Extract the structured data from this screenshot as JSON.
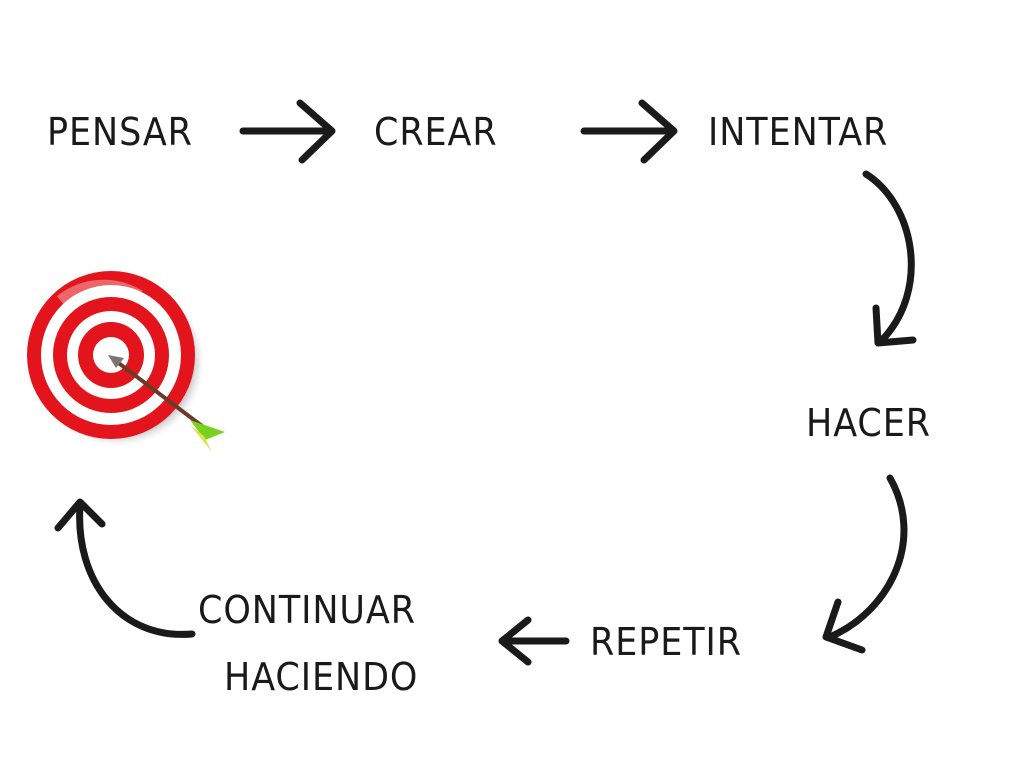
{
  "steps": {
    "s1": "PENSAR",
    "s2": "CREAR",
    "s3": "INTENTAR",
    "s4": "HACER",
    "s5": "REPETIR",
    "s6a": "CONTINUAR",
    "s6b": "HACIENDO"
  },
  "colors": {
    "ink": "#1a1a1a",
    "target_red": "#e3141b",
    "fletch_green": "#7bd11f",
    "fletch_yellow": "#d9e34a",
    "shaft": "#6b3b2a"
  }
}
